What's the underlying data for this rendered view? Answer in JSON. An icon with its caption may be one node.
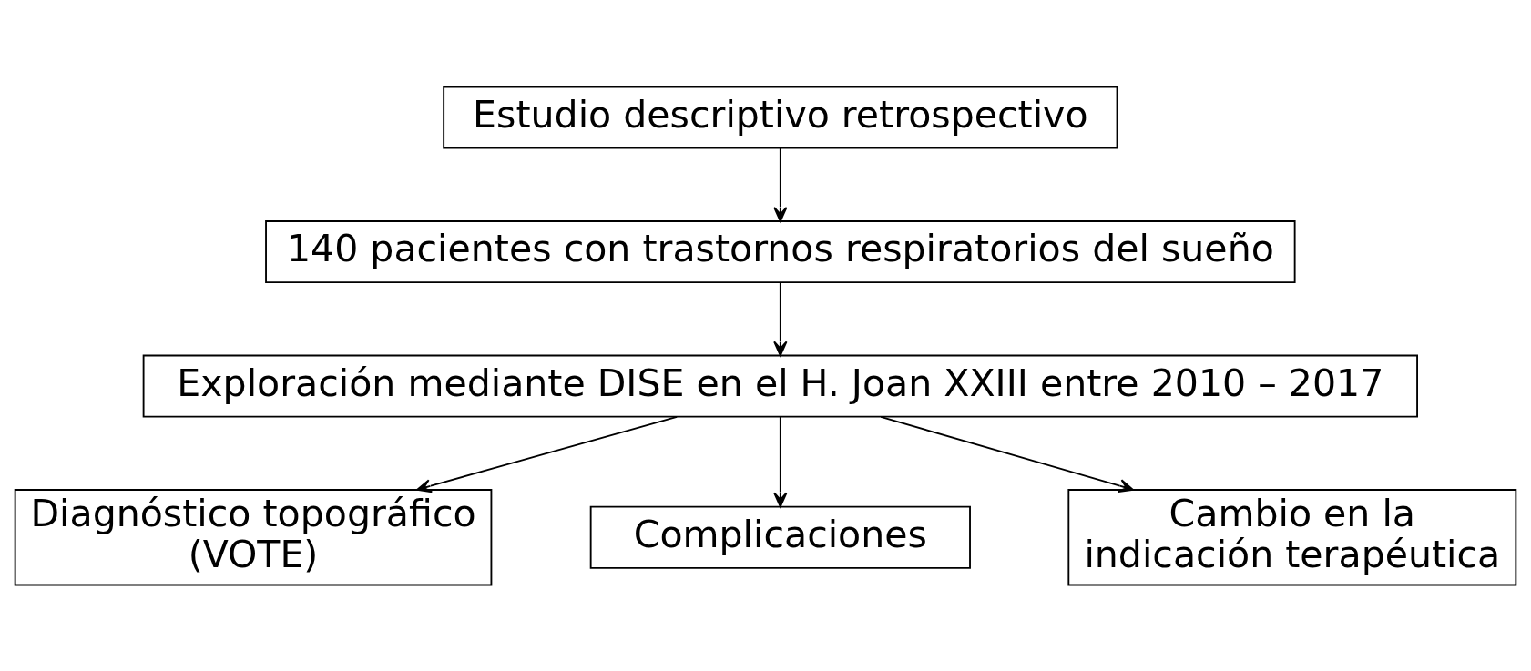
{
  "diagram": {
    "nodes": [
      {
        "text": [
          "Estudio descriptivo retrospectivo"
        ]
      },
      {
        "text": [
          "140 pacientes con trastornos respiratorios del sueño"
        ]
      },
      {
        "text": [
          "Exploración mediante DISE en el H. Joan XXIII entre 2010 – 2017"
        ]
      },
      {
        "text": [
          "Diagnóstico topográfico (VOTE)"
        ]
      },
      {
        "text": [
          "Complicaciones"
        ]
      },
      {
        "text": [
          "Cambio en la indicación terapéutica"
        ]
      }
    ],
    "edges": [
      {
        "from": 0,
        "to": 1,
        "arrow": "to"
      },
      {
        "from": 1,
        "to": 2,
        "arrow": "to"
      },
      {
        "from": 2,
        "to": 3,
        "arrow": "to"
      },
      {
        "from": 2,
        "to": 4,
        "arrow": "to"
      },
      {
        "from": 2,
        "to": 5,
        "arrow": "to"
      }
    ]
  }
}
